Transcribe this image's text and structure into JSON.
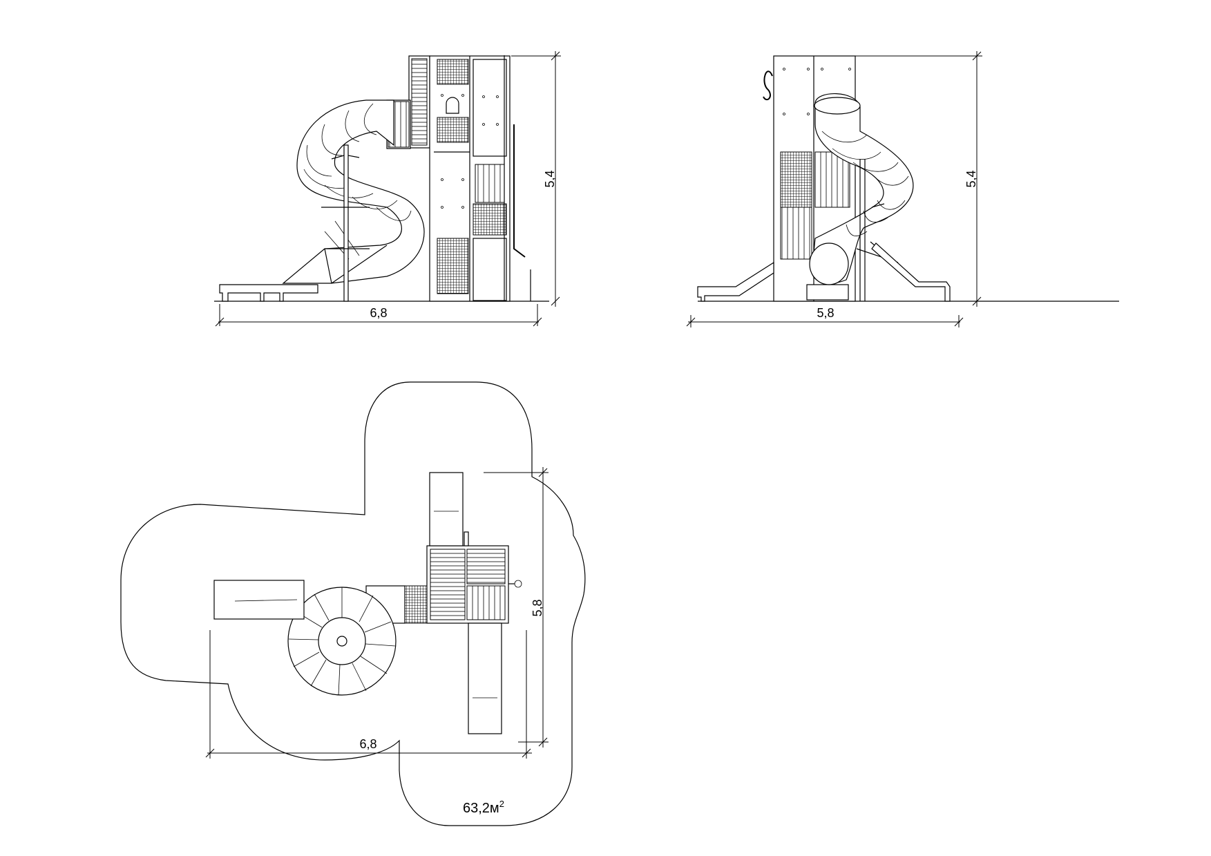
{
  "front_view": {
    "width_dim": "6,8",
    "height_dim": "5,4"
  },
  "side_view": {
    "width_dim": "5,8",
    "height_dim": "5,4"
  },
  "plan_view": {
    "width_dim": "6,8",
    "depth_dim": "5,8",
    "area_value": "63,2м",
    "area_exp": "2"
  }
}
